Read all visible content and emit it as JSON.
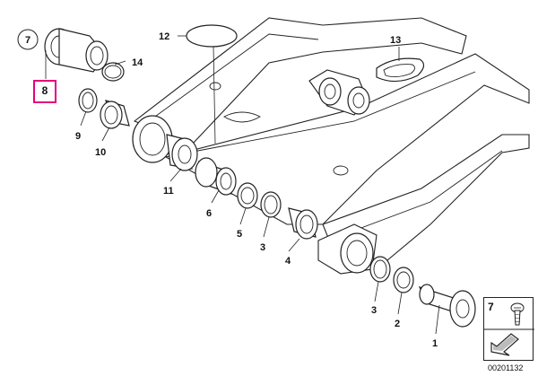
{
  "callouts": {
    "c1": "1",
    "c2": "2",
    "c3a": "3",
    "c3b": "3",
    "c4": "4",
    "c5": "5",
    "c6": "6",
    "c7": "7",
    "c8": "8",
    "c9": "9",
    "c10": "10",
    "c11": "11",
    "c12": "12",
    "c13": "13",
    "c14": "14"
  },
  "legend": {
    "number": "7"
  },
  "diagram_id": "00201132",
  "colors": {
    "highlight": "#e6007e",
    "ink": "#222222"
  }
}
